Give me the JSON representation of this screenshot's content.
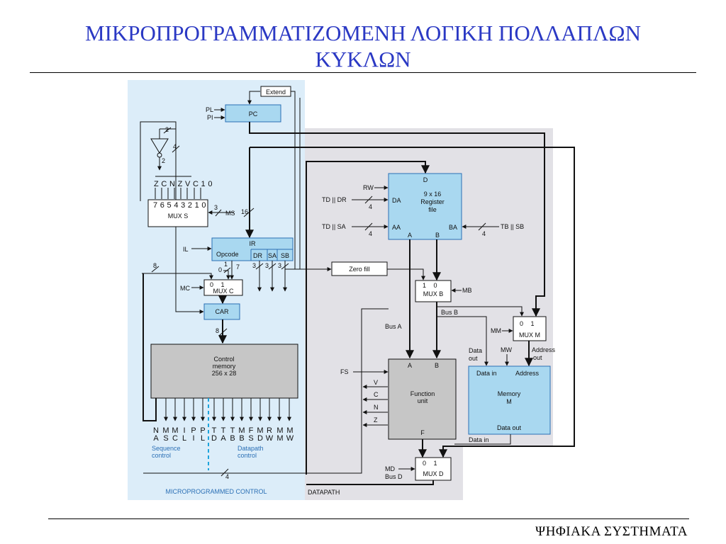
{
  "slide": {
    "title_line1": "ΜΙΚΡΟΠΡΟΓΡΑΜΜΑΤΙΖΟΜΕΝΗ ΛΟΓΙΚΗ ΠΟΛΛΑΠΛΩΝ",
    "title_line2": "ΚΥΚΛΩΝ",
    "footer": "ΨΗΦΙΑΚΑ ΣΥΣΤΗΜΑΤΑ"
  },
  "colors": {
    "title": "#2b39c4",
    "control_bg": "#dcedf9",
    "datapath_bg": "#e2e1e6",
    "register_fill": "#a9d8f0",
    "control_memory_fill": "#c6c6c6"
  },
  "diagram": {
    "extend": "Extend",
    "pc": "PC",
    "pl": "PL",
    "pi": "PI",
    "flags": "Z C N Z V C 1 0",
    "mux_s_inputs": "7 6 5 4 3 2 1 0",
    "mux_s": "MUX S",
    "ms": "MS",
    "bus16": "16",
    "ir": "IR",
    "il": "IL",
    "opcode": "Opcode",
    "dr": "DR",
    "sa": "SA",
    "sb": "SB",
    "mc": "MC",
    "mux_c_inputs": "0 1",
    "mux_c": "MUX C",
    "car": "CAR",
    "control_memory_l1": "Control",
    "control_memory_l2": "memory",
    "control_memory_l3": "256 x 28",
    "bus8": "8",
    "bus4": "4",
    "bus3": "3",
    "bus2": "2",
    "bus1": "1",
    "bus0": "0",
    "bus7": "7",
    "ctrl_fields": [
      {
        "top": "N",
        "bottom": "A"
      },
      {
        "top": "M",
        "bottom": "S"
      },
      {
        "top": "M",
        "bottom": "C"
      },
      {
        "top": "I",
        "bottom": "L"
      },
      {
        "top": "P",
        "bottom": "I"
      },
      {
        "top": "P",
        "bottom": "L"
      },
      {
        "top": "T",
        "bottom": "D"
      },
      {
        "top": "T",
        "bottom": "A"
      },
      {
        "top": "T",
        "bottom": "B"
      },
      {
        "top": "M",
        "bottom": "B"
      },
      {
        "top": "F",
        "bottom": "S"
      },
      {
        "top": "M",
        "bottom": "D"
      },
      {
        "top": "R",
        "bottom": "W"
      },
      {
        "top": "M",
        "bottom": "M"
      },
      {
        "top": "M",
        "bottom": "W"
      }
    ],
    "sequence_control_l1": "Sequence",
    "sequence_control_l2": "control",
    "datapath_control_l1": "Datapath",
    "datapath_control_l2": "control",
    "microprogrammed_control": "MICROPROGRAMMED CONTROL",
    "datapath": "DATAPATH",
    "zero_fill": "Zero fill",
    "rw": "RW",
    "td_dr": "TD || DR",
    "td_sa": "TD || SA",
    "tb_sb": "TB || SB",
    "d": "D",
    "da": "DA",
    "aa": "AA",
    "ba": "BA",
    "register_file_l1": "9 x 16",
    "register_file_l2": "Register",
    "register_file_l3": "file",
    "a": "A",
    "b": "B",
    "mux_b_inputs": "1 0",
    "mux_b": "MUX B",
    "mb": "MB",
    "bus_a": "Bus A",
    "bus_b": "Bus B",
    "mux_m_inputs": "0 1",
    "mux_m": "MUX M",
    "mm": "MM",
    "data_out_top_l1": "Data",
    "data_out_top_l2": "out",
    "mw": "MW",
    "address_out_l1": "Address",
    "address_out_l2": "out",
    "data_in": "Data in",
    "address": "Address",
    "memory_l1": "Memory",
    "memory_l2": "M",
    "data_out": "Data out",
    "data_in_bottom": "Data in",
    "fs": "FS",
    "v": "V",
    "c": "C",
    "n": "N",
    "z": "Z",
    "function_unit_l1": "Function",
    "function_unit_l2": "unit",
    "f": "F",
    "md": "MD",
    "bus_d": "Bus D",
    "mux_d_inputs": "0 1",
    "mux_d": "MUX D"
  }
}
